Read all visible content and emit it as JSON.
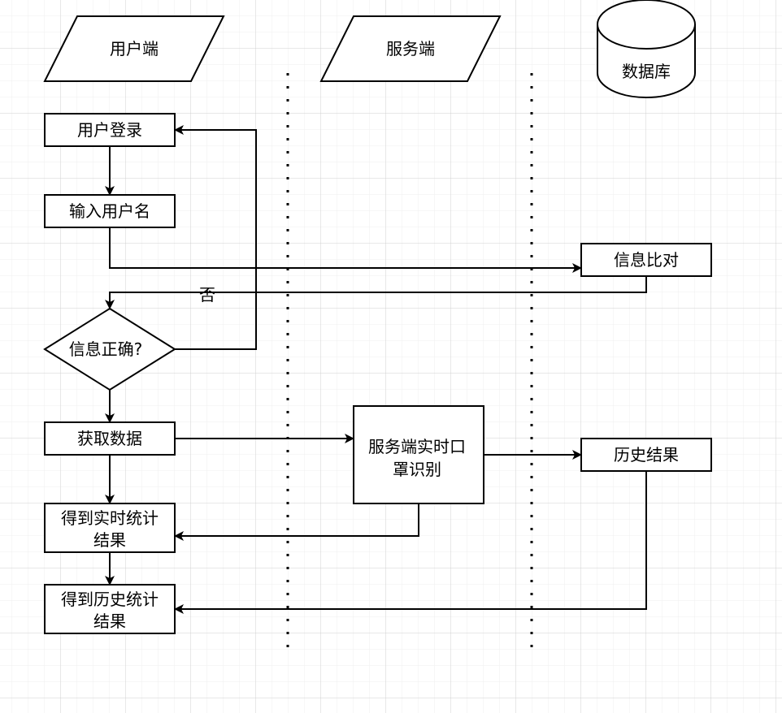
{
  "lanes": [
    {
      "id": "client",
      "label": "用户端",
      "shape": "parallelogram"
    },
    {
      "id": "server",
      "label": "服务端",
      "shape": "parallelogram"
    },
    {
      "id": "database",
      "label": "数据库",
      "shape": "cylinder"
    }
  ],
  "nodes": {
    "login": {
      "label": "用户登录"
    },
    "input_username": {
      "label": "输入用户名"
    },
    "info_compare": {
      "label": "信息比对"
    },
    "info_correct": {
      "label": "信息正确?"
    },
    "get_data": {
      "label": "获取数据"
    },
    "server_recognition": {
      "label_line1": "服务端实时口",
      "label_line2": "罩识别"
    },
    "history_result": {
      "label": "历史结果"
    },
    "realtime_stats": {
      "label_line1": "得到实时统计",
      "label_line2": "结果"
    },
    "history_stats": {
      "label_line1": "得到历史统计",
      "label_line2": "结果"
    }
  },
  "edges": {
    "no_label": "否"
  }
}
